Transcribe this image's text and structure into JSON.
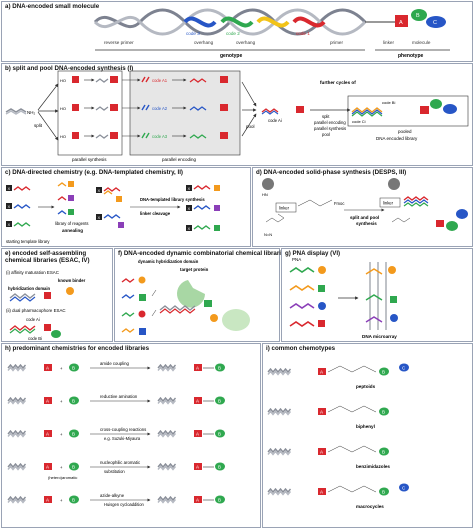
{
  "panels": {
    "a": {
      "title": "a) DNA-encoded small molecule"
    },
    "b": {
      "title": "b) split and pool DNA-encoded synthesis (I)"
    },
    "c": {
      "title": "c) DNA-directed chemistry (e.g. DNA-templated chemistry, II)"
    },
    "d": {
      "title": "d) DNA-encoded solid-phase synthesis (DESPS, III)"
    },
    "e": {
      "title": "e) encoded self-assembling chemical libraries (ESAC, IV)"
    },
    "f": {
      "title": "f) DNA-encoded dynamic combinatorial chemical libraries (V)"
    },
    "g": {
      "title": "g) PNA display (VI)"
    },
    "h": {
      "title": "h) predominant chemistries for encoded libraries"
    },
    "i": {
      "title": "i) common chemotypes"
    }
  },
  "a": {
    "labels": [
      "reverse primer",
      "code 3",
      "overhang",
      "code 2",
      "overhang",
      "code 1",
      "primer",
      "linker",
      "molecule"
    ],
    "genotype": "genotype",
    "phenotype": "phenotype",
    "codes": [
      "A",
      "B",
      "C"
    ]
  },
  "b": {
    "split": "split",
    "parallel_synthesis": "parallel synthesis",
    "parallel_encoding": "parallel encoding",
    "pool": "pool",
    "further": "further cycles of",
    "further_steps": [
      "split",
      "parallel encoding",
      "parallel synthesis",
      "pool"
    ],
    "codes": [
      "code A1",
      "code A2",
      "code A3"
    ],
    "pooled": "pooled",
    "library": "DNA encoded library",
    "code_ai": "code Ai",
    "codes_pool": [
      "code Bi",
      "code Ci"
    ]
  },
  "c": {
    "reagents": "library of reagents",
    "annealing": "annealing",
    "template": "starting template library",
    "step": "DNA-templated library synthesis",
    "cleavage": "linker cleavage"
  },
  "d": {
    "linker": "linker",
    "fmoc": "Fmoc",
    "split_pool": "split and pool",
    "synthesis": "synthesis"
  },
  "e": {
    "i": "(i) affinity maturation ESAC",
    "known": "known binder",
    "hybrid": "hybridization domain",
    "ii": "(ii) dual pharmacophore ESAC",
    "codes": [
      "code Ai",
      "code Bi"
    ]
  },
  "f": {
    "dynamic": "dynamic hybridization domain",
    "target": "target protein"
  },
  "g": {
    "pna": "PNA",
    "microarray": "DNA microarray"
  },
  "h": {
    "reactions": [
      {
        "name": "amide coupling",
        "sub": ""
      },
      {
        "name": "reductive amination",
        "sub": ""
      },
      {
        "name": "cross-coupling reactions",
        "sub": "e.g. Suzuki-Miyaura"
      },
      {
        "name": "nucleophilic aromatic",
        "sub": "substitution"
      },
      {
        "name": "azide-alkyne",
        "sub": "Huisgen cycloaddition"
      }
    ],
    "heteroaromatic": "(hetero)aromatic"
  },
  "i": {
    "chemotypes": [
      "peptoids",
      "biphenyl",
      "benzimidazoles",
      "macrocycles"
    ]
  },
  "colors": {
    "red": "#d9282e",
    "green": "#2fa84f",
    "blue": "#2756c6",
    "orange": "#f39a1d",
    "yellow": "#f2c318",
    "purple": "#8b3fb8",
    "dna": "#8a8f99",
    "gray": "#6e737c"
  }
}
